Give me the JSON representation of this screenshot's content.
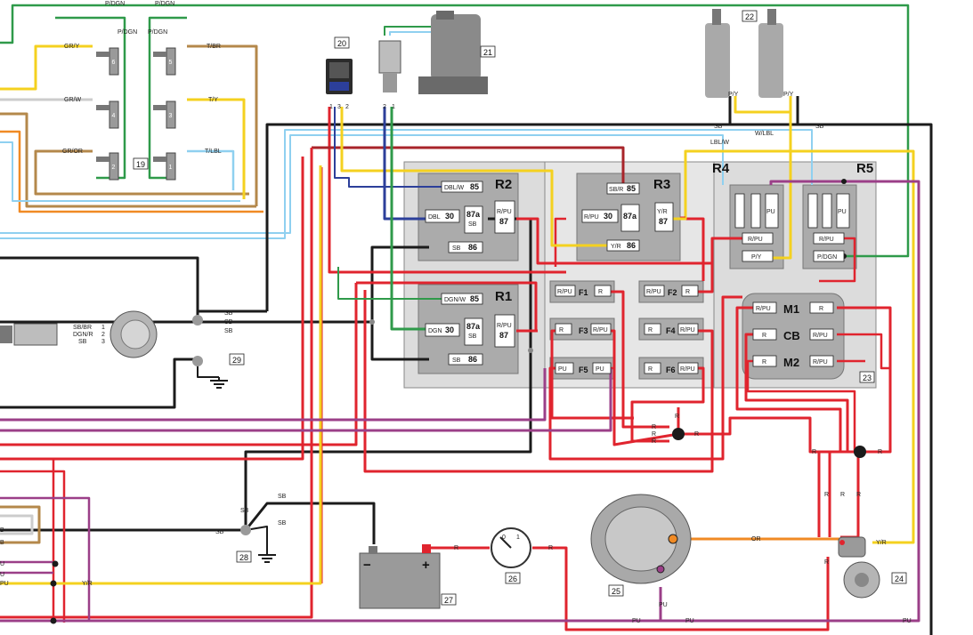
{
  "components": {
    "injectors": {
      "number": "19",
      "labels": [
        "6",
        "5",
        "4",
        "3",
        "2",
        "1"
      ]
    },
    "ecm_connector": {
      "number": "20",
      "pins": [
        "1",
        "3",
        "2"
      ]
    },
    "pump": {
      "number": "21",
      "pins": [
        "2",
        "1"
      ]
    },
    "coils": {
      "number": "22"
    },
    "fuse_panel": {
      "number": "23"
    },
    "starter": {
      "number": "24"
    },
    "alternator": {
      "number": "25"
    },
    "gauge": {
      "number": "26",
      "scale": [
        "0",
        "1"
      ]
    },
    "battery": {
      "number": "27",
      "neg": "−",
      "pos": "+"
    },
    "ground_a": {
      "number": "28"
    },
    "ground_b": {
      "number": "29"
    },
    "sensor": {
      "pins": [
        "1",
        "2",
        "3"
      ],
      "wires": [
        "SB/BR",
        "DGN/R",
        "SB"
      ]
    }
  },
  "relays": [
    {
      "name": "R2",
      "pins": [
        "DBL/W",
        "85",
        "DBL",
        "30",
        "87a",
        "SB",
        "R/PU",
        "87",
        "SB",
        "86"
      ]
    },
    {
      "name": "R1",
      "pins": [
        "DGN/W",
        "85",
        "DGN",
        "30",
        "87a",
        "SB",
        "R/PU",
        "87",
        "SB",
        "86"
      ]
    },
    {
      "name": "R3",
      "pins": [
        "SB/R",
        "85",
        "R/PU",
        "30",
        "87a",
        "Y/R",
        "87",
        "Y/R",
        "86"
      ]
    },
    {
      "name": "R4",
      "pins": [
        "PU",
        "R/PU",
        "P/Y"
      ]
    },
    {
      "name": "R5",
      "pins": [
        "PU",
        "R/PU",
        "P/DGN"
      ]
    }
  ],
  "fuses": [
    {
      "name": "F1",
      "l": "R/PU",
      "r": "R"
    },
    {
      "name": "F2",
      "l": "R/PU",
      "r": "R"
    },
    {
      "name": "F3",
      "l": "R",
      "r": "R/PU"
    },
    {
      "name": "F4",
      "l": "R",
      "r": "R/PU"
    },
    {
      "name": "F5",
      "l": "PU",
      "r": "PU"
    },
    {
      "name": "F6",
      "l": "R",
      "r": "R/PU"
    },
    {
      "name": "M1",
      "l": "R/PU",
      "r": "R"
    },
    {
      "name": "CB",
      "l": "R",
      "r": "R/PU"
    },
    {
      "name": "M2",
      "l": "R",
      "r": "R/PU"
    }
  ],
  "wire_labels": {
    "top": [
      "P/DGN",
      "P/DGN",
      "P/DGN",
      "P/DGN"
    ],
    "left": [
      "GR/Y",
      "GR/W",
      "GR/OR"
    ],
    "right": [
      "T/BR",
      "T/Y",
      "T/LBL"
    ],
    "coil": [
      "P/Y",
      "P/Y"
    ],
    "bus": [
      "SB",
      "W/LBL",
      "SB",
      "LBL/W"
    ],
    "sb": [
      "SB",
      "SB",
      "SB"
    ],
    "bottom": [
      "SB",
      "SB",
      "SB",
      "SB",
      "Y/R",
      "R",
      "R",
      "OR",
      "PU",
      "PU",
      "PU",
      "PU",
      "Y/R",
      "R",
      "R",
      "R",
      "R",
      "R",
      "R",
      "R",
      "R",
      "R",
      "R",
      "R"
    ],
    "left_edge": [
      "B",
      "B",
      "U",
      "U",
      "PU"
    ]
  },
  "colors": {
    "black": "#1b1b1b",
    "red": "#e0242e",
    "purple": "#9b3f88",
    "green": "#2f9a4a",
    "yellow": "#f4d11f",
    "orange": "#f08a24",
    "tan": "#b4884b",
    "blue": "#2c3f9a",
    "ltblue": "#8fd0f0"
  }
}
